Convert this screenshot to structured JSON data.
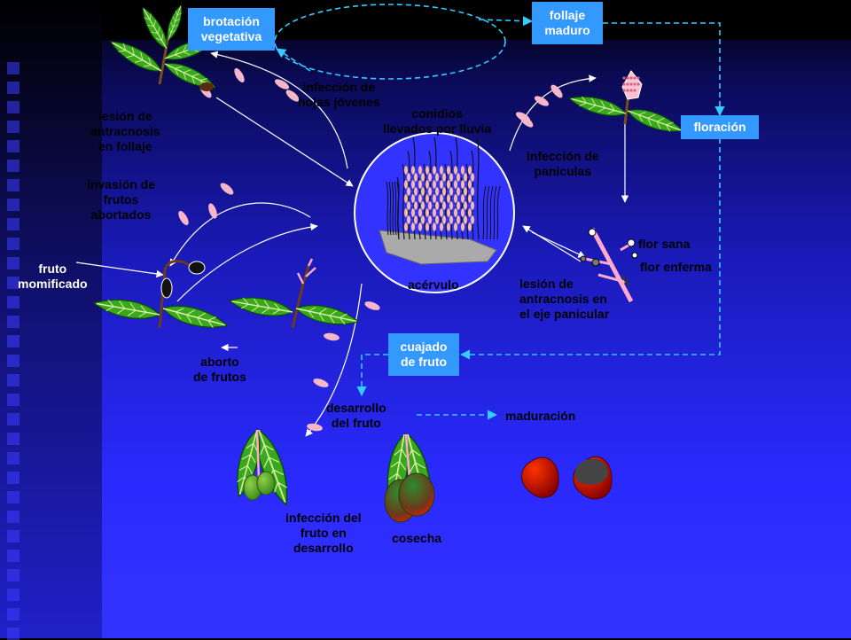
{
  "colors": {
    "box_fill": "#3399ff",
    "spore": "#f4b6c8",
    "leaf": "#2e9a1f",
    "arrow_white": "#ffffff",
    "arrow_cyan": "#33ccff",
    "fruit_red": "#cc2200"
  },
  "boxes": {
    "brotacion": "brotación\nvegetativa",
    "follaje": "follaje\nmaduro",
    "floracion": "floración",
    "cuajado": "cuajado\nde fruto"
  },
  "labels": {
    "infeccion_hojas": "infección de\nhojas jóvenes",
    "conidios": "conidios\nllevados por lluvia",
    "lesion_follaje": "lesión de\nantracnosis\nen follaje",
    "invasion": "invasión de\nfrutos\nabortados",
    "fruto_momificado": "fruto\nmomificado",
    "infeccion_paniculas": "infección de\npaniculas",
    "flor_sana": "flor sana",
    "flor_enferma": "flor enferma",
    "acervulo": "acérvulo",
    "lesion_eje": "lesión de\nantracnosis en\nel eje panicular",
    "aborto": "aborto\nde frutos",
    "desarrollo": "desarrollo\ndel fruto",
    "maduracion": "maduración",
    "infeccion_fruto": "infección del\nfruto en\ndesarrollo",
    "cosecha": "cosecha"
  }
}
